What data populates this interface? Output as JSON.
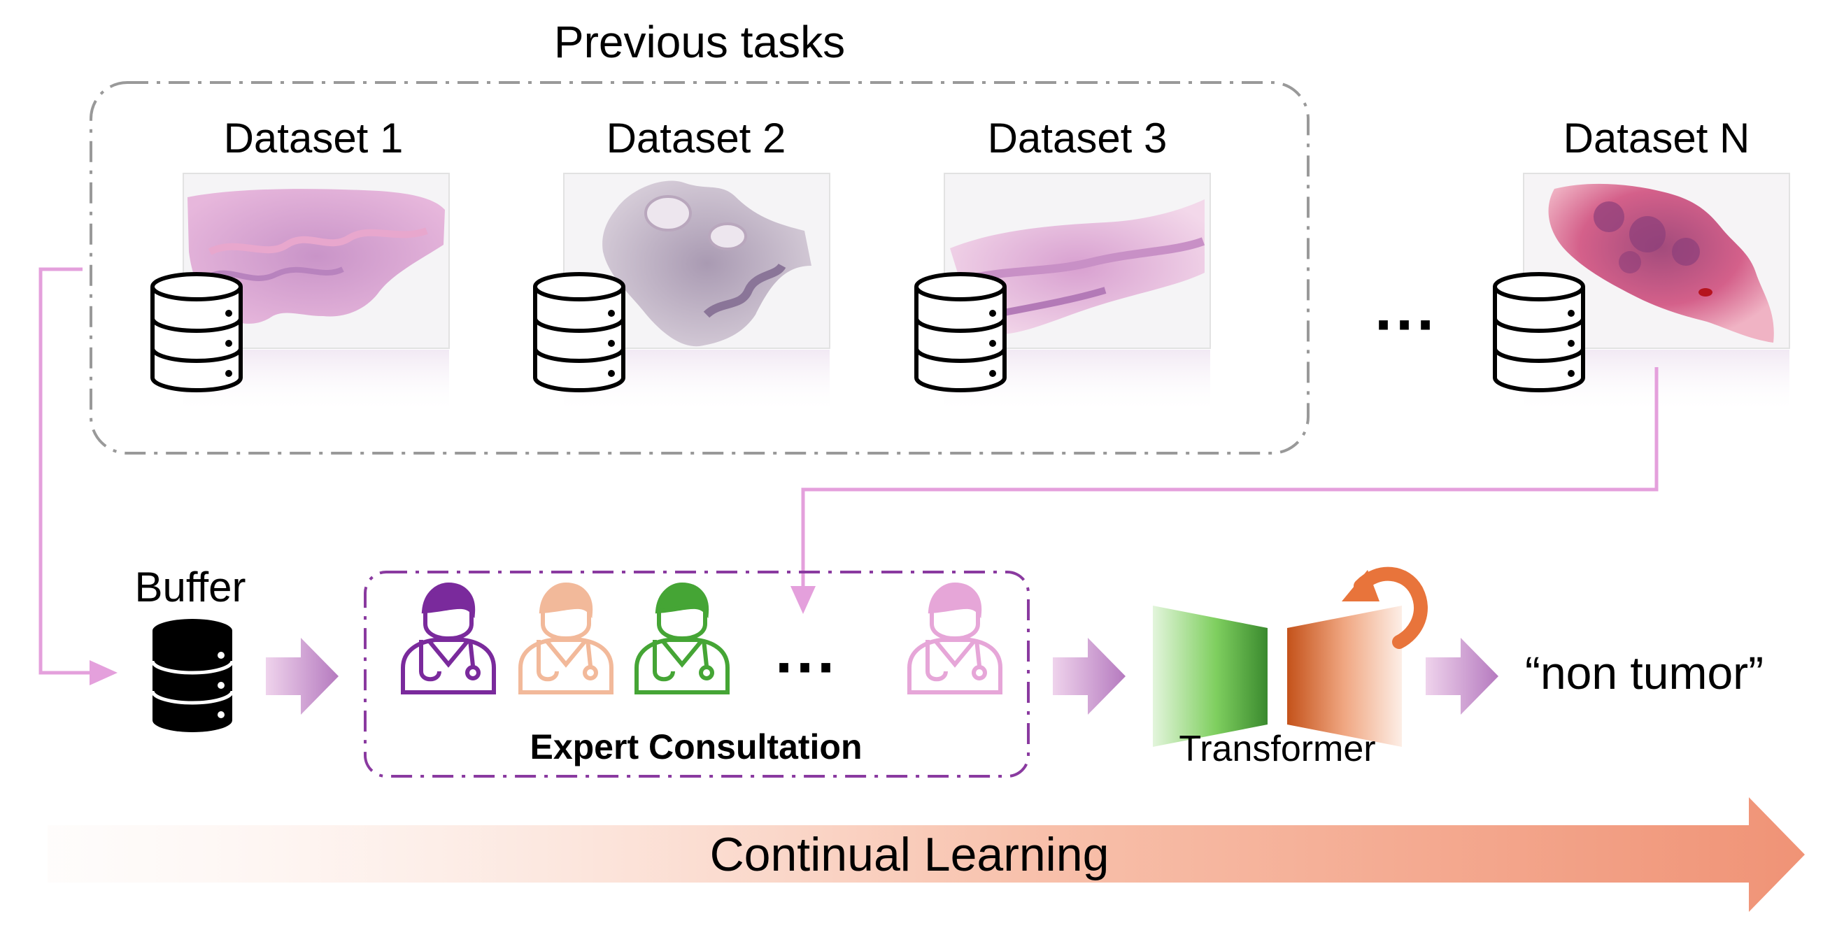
{
  "previous_tasks": {
    "title": "Previous tasks"
  },
  "datasets": [
    {
      "label": "Dataset 1"
    },
    {
      "label": "Dataset 2"
    },
    {
      "label": "Dataset 3"
    },
    {
      "label": "Dataset N"
    }
  ],
  "ellipsis_datasets": "···",
  "buffer": {
    "label": "Buffer"
  },
  "expert_consultation": {
    "label": "Expert Consultation",
    "ellipsis": "···",
    "expert_colors": [
      "#7a2a9c",
      "#f2b99a",
      "#45a535",
      "#e6a6d8"
    ]
  },
  "transformer": {
    "label": "Transformer"
  },
  "output": {
    "text": "“non tumor”"
  },
  "continual_learning": {
    "label": "Continual Learning"
  },
  "colors": {
    "flow_line": "#e4a0dc",
    "flow_arrow": "#b779c0",
    "continual_arrow": "#f0957a",
    "recycle_arrow": "#e8743b",
    "dash_gray": "#999999",
    "dash_purple": "#7a2a9c"
  }
}
